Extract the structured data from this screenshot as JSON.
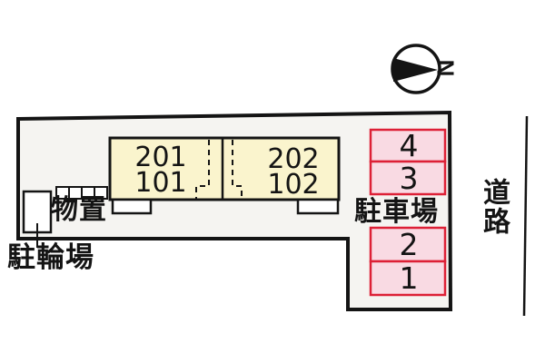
{
  "compass": {
    "north_label": "N"
  },
  "building": {
    "units": [
      {
        "upper_label": "201",
        "lower_label": "101"
      },
      {
        "upper_label": "202",
        "lower_label": "102"
      }
    ]
  },
  "facilities": {
    "storage_label": "物置",
    "bicycle_parking_label": "駐輪場",
    "car_parking_label": "駐車場",
    "road_label": "道路"
  },
  "parking": {
    "spaces": [
      "4",
      "3",
      "2",
      "1"
    ]
  },
  "colors": {
    "outline": "#141414",
    "site_fill": "#f5f4f1",
    "building_fill": "#faf4cd",
    "parking_fill": "#f9dae3",
    "parking_border": "#dd2036",
    "white": "#ffffff"
  }
}
